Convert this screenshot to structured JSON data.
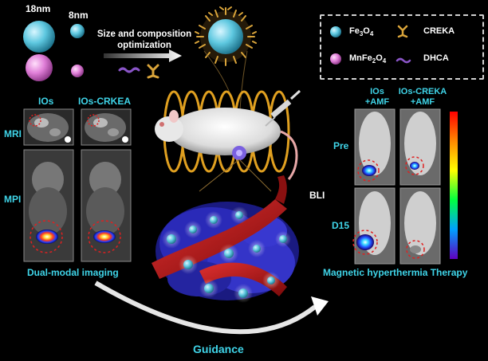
{
  "particles": {
    "size_large": "18nm",
    "size_small": "8nm"
  },
  "optimization": {
    "line1": "Size and composition",
    "line2": "optimization"
  },
  "legend": {
    "fe3o4_base": "Fe",
    "fe3o4_sub1": "3",
    "fe3o4_mid": "O",
    "fe3o4_sub2": "4",
    "creka": "CREKA",
    "mnfe2o4_base": "MnFe",
    "mnfe2o4_sub1": "2",
    "mnfe2o4_mid": "O",
    "mnfe2o4_sub2": "4",
    "dhca": "DHCA"
  },
  "imaging": {
    "col1": "IOs",
    "col2": "IOs-CRKEA",
    "row_mri": "MRI",
    "row_mpi": "MPI",
    "caption": "Dual-modal imaging"
  },
  "therapy": {
    "col1_line1": "IOs",
    "col1_line2": "+AMF",
    "col2_line1": "IOs-CREKA",
    "col2_line2": "+AMF",
    "row_pre": "Pre",
    "row_d15": "D15",
    "bli": "BLI",
    "caption": "Magnetic hyperthermia Therapy"
  },
  "guidance": "Guidance",
  "colors": {
    "label_cyan": "#3fd4e8",
    "fe3o4_sphere": "#5ec8e0",
    "mnfe2o4_sphere": "#e07fd8",
    "creka": "#d9a43a",
    "dhca": "#8a55c8",
    "coil": "#e0a020",
    "vessel": "#b01818",
    "tumor": "#2a2ab8",
    "target_circle": "#e02020"
  }
}
